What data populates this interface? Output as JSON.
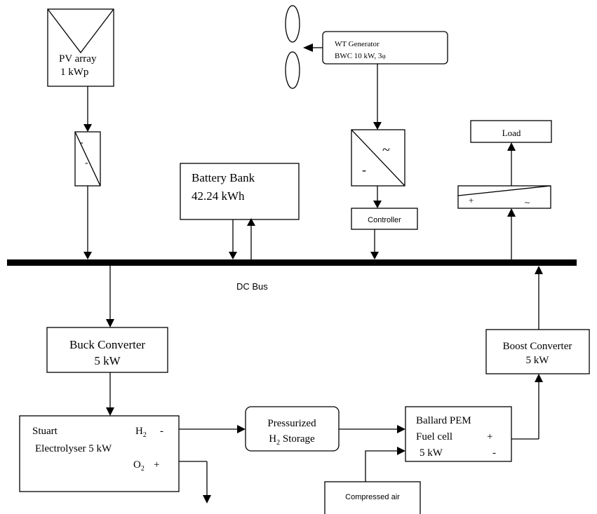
{
  "pv": {
    "line1": "PV array",
    "line2": "1 kWp"
  },
  "pv_converter": {
    "symbol1": "-",
    "symbol2": "-"
  },
  "wind": {
    "line1": "WT Generator",
    "line2": "BWC 10 kW, 3",
    "phase_symbol": "φ"
  },
  "ac_dc_converter": {
    "ac_symbol": "~",
    "dc_symbol": "-"
  },
  "controller": {
    "label": "Controller"
  },
  "battery": {
    "line1": "Battery Bank",
    "line2": "42.24 kWh"
  },
  "load": {
    "label": "Load"
  },
  "inverter": {
    "dc_symbol": "+",
    "ac_symbol": "~"
  },
  "bus": {
    "label": "DC Bus"
  },
  "buck": {
    "line1": "Buck Converter",
    "line2": "5 kW"
  },
  "boost": {
    "line1": "Boost Converter",
    "line2": "5 kW"
  },
  "electrolyser": {
    "name1": "Stuart",
    "name2": "Electrolyser  5 kW",
    "h2": "H",
    "h2_sub": "2",
    "h2_sign": "-",
    "o2": "O",
    "o2_sub": "2",
    "o2_sign": "+"
  },
  "storage": {
    "line1": "Pressurized",
    "line2_prefix": "H",
    "line2_sub": "2",
    "line2_suffix": " Storage"
  },
  "fuel_cell": {
    "line1": "Ballard PEM",
    "line2": "Fuel cell",
    "line3": "5 kW",
    "plus": "+",
    "minus": "-"
  },
  "air": {
    "label": "Compressed air"
  }
}
